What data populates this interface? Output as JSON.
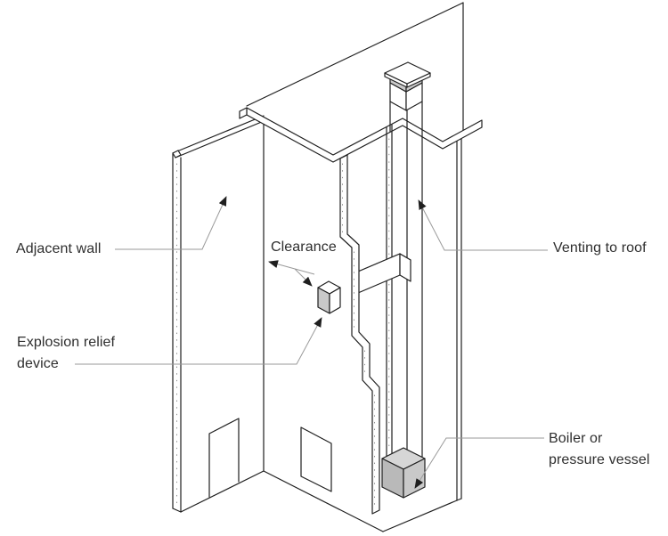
{
  "title": "Boiler or pressure vessel explosion relief venting diagram",
  "colors": {
    "line": "#1f1f1f",
    "leader": "#9a9a9a",
    "text": "#2e2e2e",
    "device_face_gray": "#c9c9c9",
    "boiler_top_gray": "#d6d6d6",
    "boiler_left_gray": "#b9b9b9",
    "boiler_right_gray": "#c9c9c9",
    "background": "#ffffff"
  },
  "labels": {
    "adjacent_wall": {
      "text": "Adjacent wall"
    },
    "clearance": {
      "text": "Clearance"
    },
    "venting_to_roof": {
      "text": "Venting to roof"
    },
    "explosion_relief_device": {
      "text": "Explosion relief\ndevice"
    },
    "boiler_pressure_vessel": {
      "text": "Boiler or\npressure vessel"
    }
  },
  "parts": [
    "adjacent-wall-panel",
    "back-wall",
    "roof-slab",
    "roof-vent-cap",
    "vent-shaft-to-roof",
    "relief-vent-pipe",
    "support-beam",
    "explosion-relief-device",
    "boiler-pressure-vessel",
    "floor",
    "left-door-opening",
    "right-door-opening"
  ]
}
